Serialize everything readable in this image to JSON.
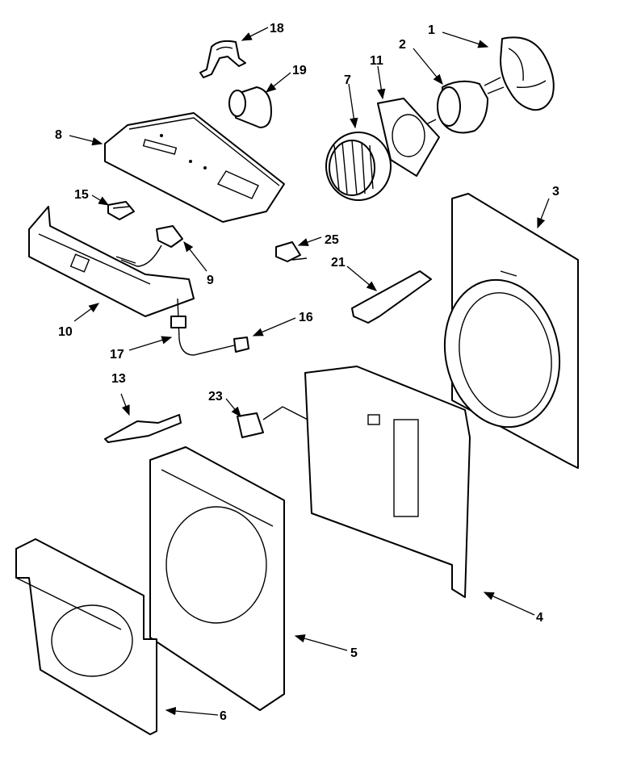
{
  "diagram": {
    "callouts": [
      "1",
      "2",
      "3",
      "4",
      "5",
      "6",
      "7",
      "8",
      "9",
      "10",
      "11",
      "13",
      "15",
      "16",
      "17",
      "18",
      "19",
      "21",
      "23",
      "25"
    ]
  }
}
